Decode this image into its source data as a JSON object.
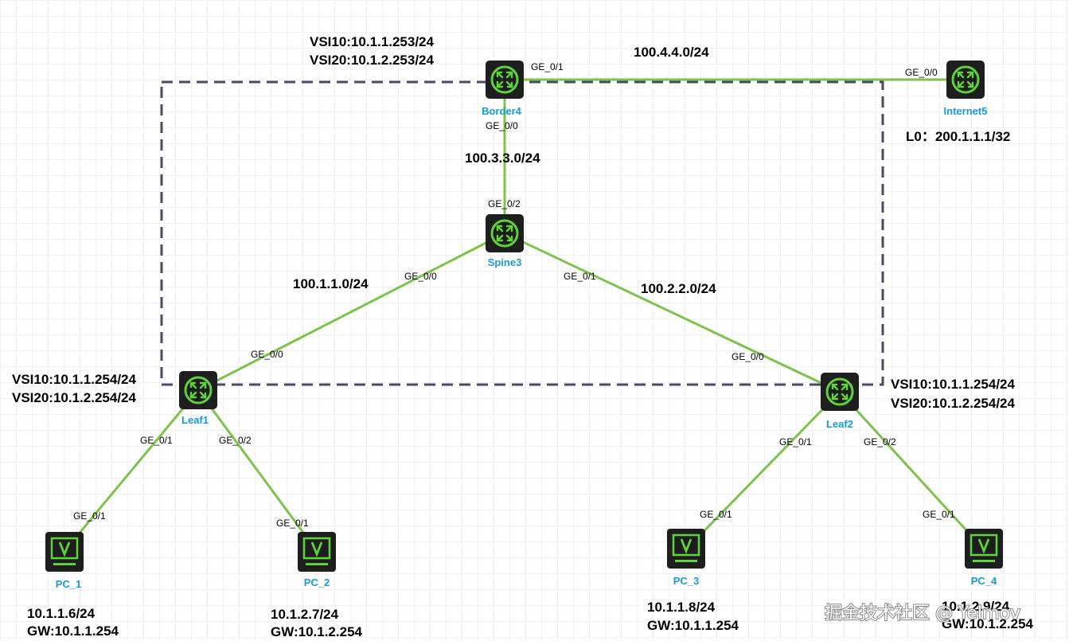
{
  "nodes": {
    "border4": {
      "name": "Border4",
      "type": "switch"
    },
    "internet5": {
      "name": "Internet5",
      "type": "switch"
    },
    "spine3": {
      "name": "Spine3",
      "type": "switch"
    },
    "leaf1": {
      "name": "Leaf1",
      "type": "switch"
    },
    "leaf2": {
      "name": "Leaf2",
      "type": "switch"
    },
    "pc1": {
      "name": "PC_1",
      "type": "pc"
    },
    "pc2": {
      "name": "PC_2",
      "type": "pc"
    },
    "pc3": {
      "name": "PC_3",
      "type": "pc"
    },
    "pc4": {
      "name": "PC_4",
      "type": "pc"
    }
  },
  "ports": {
    "border4_to_internet": "GE_0/1",
    "internet_to_border4": "GE_0/0",
    "border4_to_spine": "GE_0/0",
    "spine_to_border4": "GE_0/2",
    "spine_to_leaf1": "GE_0/0",
    "spine_to_leaf2": "GE_0/1",
    "leaf1_to_spine": "GE_0/0",
    "leaf2_to_spine": "GE_0/0",
    "leaf1_to_pc1": "GE_0/1",
    "leaf1_to_pc2": "GE_0/2",
    "pc1_to_leaf1": "GE_0/1",
    "pc2_to_leaf1": "GE_0/1",
    "leaf2_to_pc3": "GE_0/1",
    "leaf2_to_pc4": "GE_0/2",
    "pc3_to_leaf2": "GE_0/1",
    "pc4_to_leaf2": "GE_0/1"
  },
  "networks": {
    "border_internet": "100.4.4.0/24",
    "border_spine": "100.3.3.0/24",
    "spine_leaf1": "100.1.1.0/24",
    "spine_leaf2": "100.2.2.0/24"
  },
  "annotations": {
    "border4_vsi10": "VSI10:10.1.1.253/24",
    "border4_vsi20": "VSI20:10.1.2.253/24",
    "internet5_lo": "L0：200.1.1.1/32",
    "leaf1_vsi10": "VSI10:10.1.1.254/24",
    "leaf1_vsi20": "VSI20:10.1.2.254/24",
    "leaf2_vsi10": "VSI10:10.1.1.254/24",
    "leaf2_vsi20": "VSI20:10.1.2.254/24",
    "pc1_ip": "10.1.1.6/24",
    "pc1_gw": "GW:10.1.1.254",
    "pc2_ip": "10.1.2.7/24",
    "pc2_gw": "GW:10.1.2.254",
    "pc3_ip": "10.1.1.8/24",
    "pc3_gw": "GW:10.1.1.254",
    "pc4_ip": "10.1.2.9/24",
    "pc4_gw": "GW:10.1.2.254"
  },
  "watermark": "掘金技术社区 @ Yelmov",
  "colors": {
    "link": "#7dc24b",
    "device_bg": "#1e1e1e",
    "device_accent": "#5fd43a",
    "node_name": "#1a9ad6",
    "fabric_border": "#4a4a66",
    "grid": "#e3e3e3"
  }
}
